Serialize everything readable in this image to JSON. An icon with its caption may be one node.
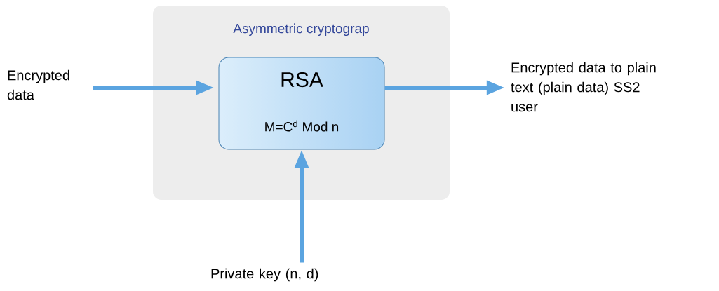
{
  "diagram": {
    "nodes": [
      {
        "text": [
          "Asymmetric cryptograp"
        ]
      },
      {
        "text": [
          "RSA",
          "M=C$^{d}$ Mod n"
        ],
        "in": 0
      },
      {
        "text": [
          "Encrypted data"
        ]
      },
      {
        "text": [
          "Encrypted data to plain text (plain data) SS2 user"
        ]
      },
      {
        "text": [
          "Private key (n, d)"
        ]
      }
    ],
    "edges": [
      {
        "from": 2,
        "to": 1,
        "arrow": "to"
      },
      {
        "from": 1,
        "to": 3,
        "arrow": "to"
      },
      {
        "from": 4,
        "to": 1,
        "arrow": "to"
      }
    ]
  }
}
